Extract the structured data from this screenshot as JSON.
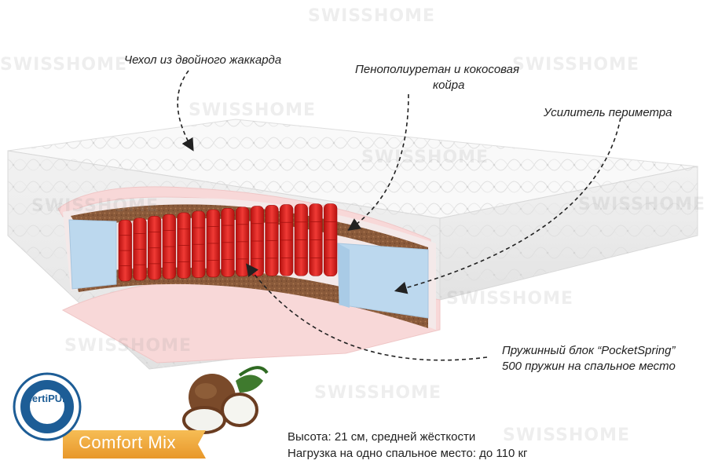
{
  "brand": {
    "watermark": "SWISSHOME"
  },
  "callouts": {
    "cover": "Чехол из двойного жаккарда",
    "foam_line1": "Пенополиуретан и кокосовая",
    "foam_line2": "койра",
    "perimeter": "Усилитель периметра",
    "spring_line1": "Пружинный блок “PocketSpring”",
    "spring_line2": "500 пружин на спальное место"
  },
  "specs": {
    "height": "Высота: 21 см, средней жёсткости",
    "load": "Нагрузка на одно спальное место: до 110 кг"
  },
  "product": {
    "name": "Comfort Mix"
  },
  "certification": {
    "badge_label": "CertiPUR"
  },
  "colors": {
    "ribbon": "#f0aa3a",
    "springs": "#e4201e",
    "coir": "#8a5a3a",
    "foam": "#bcd8ee",
    "cover_pink": "#f8d8d8",
    "badge_blue": "#1d5d96"
  }
}
